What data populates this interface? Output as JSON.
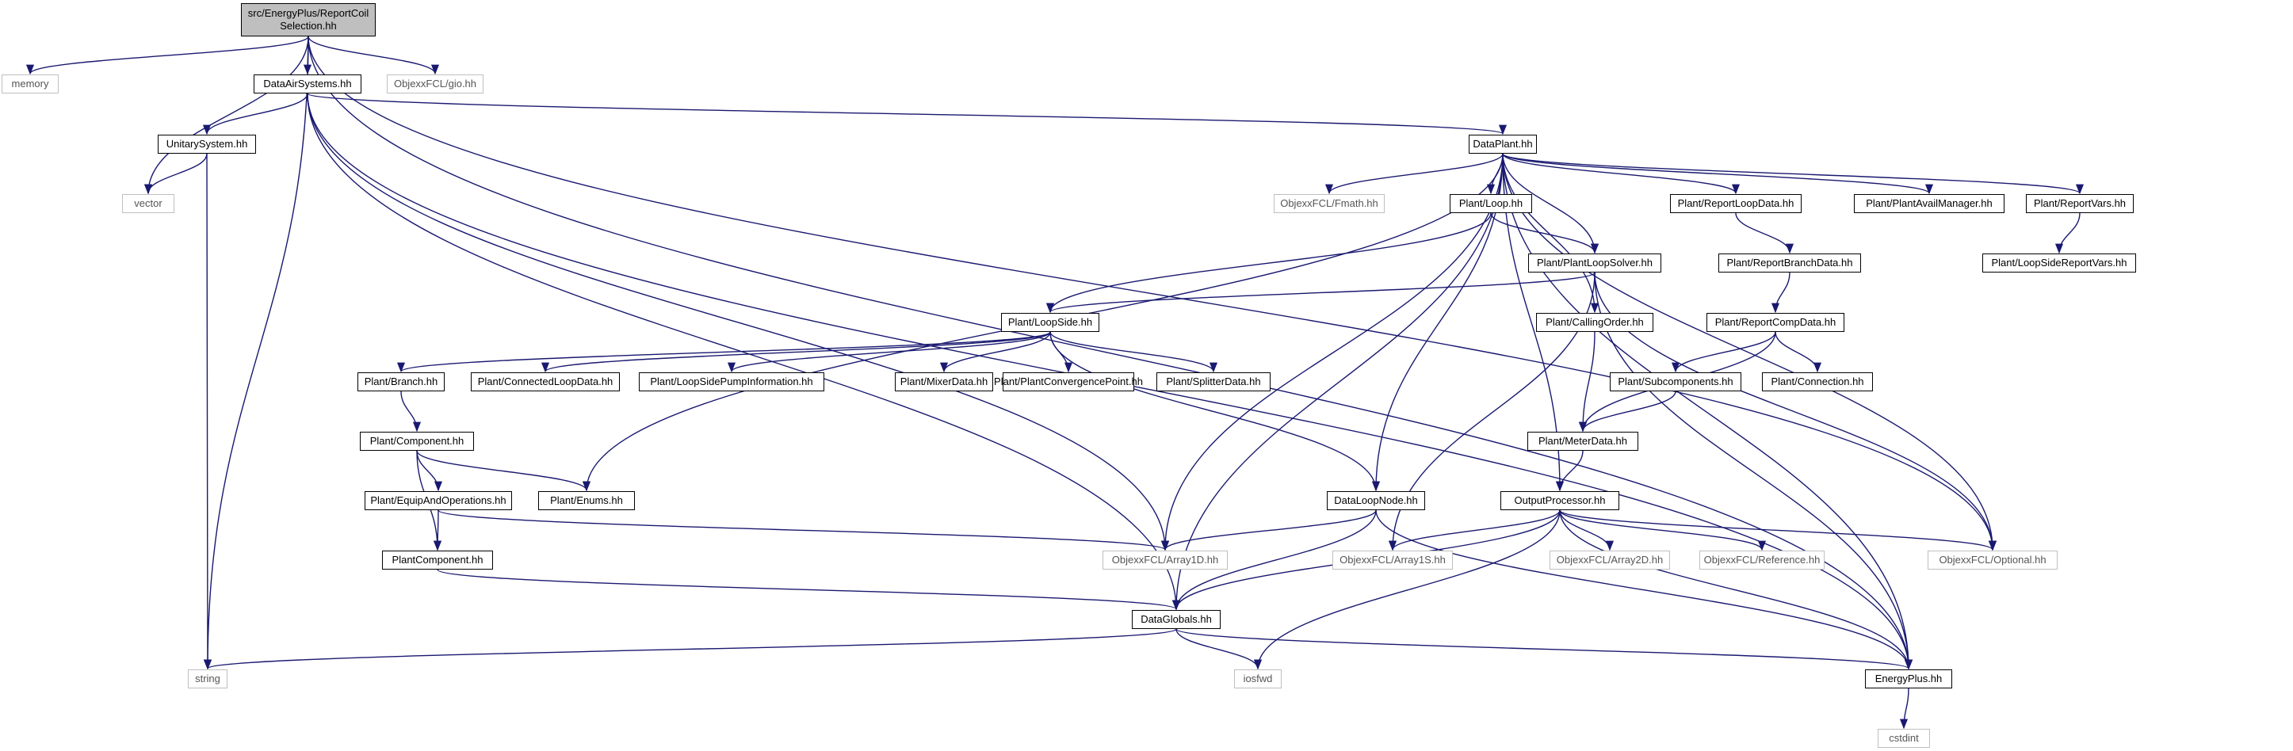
{
  "nodes": [
    {
      "id": "root",
      "label": "src/EnergyPlus/ReportCoil Selection.hh",
      "kind": "root"
    },
    {
      "id": "memory",
      "label": "memory",
      "kind": "sys"
    },
    {
      "id": "DataAirSystems",
      "label": "DataAirSystems.hh",
      "kind": "local"
    },
    {
      "id": "gio",
      "label": "ObjexxFCL/gio.hh",
      "kind": "sys"
    },
    {
      "id": "UnitarySystem",
      "label": "UnitarySystem.hh",
      "kind": "local"
    },
    {
      "id": "vector",
      "label": "vector",
      "kind": "sys"
    },
    {
      "id": "DataPlant",
      "label": "DataPlant.hh",
      "kind": "local"
    },
    {
      "id": "Fmath",
      "label": "ObjexxFCL/Fmath.hh",
      "kind": "sys"
    },
    {
      "id": "PlantLoop",
      "label": "Plant/Loop.hh",
      "kind": "local"
    },
    {
      "id": "ReportLoopData",
      "label": "Plant/ReportLoopData.hh",
      "kind": "local"
    },
    {
      "id": "PlantAvailManager",
      "label": "Plant/PlantAvailManager.hh",
      "kind": "local"
    },
    {
      "id": "ReportVars",
      "label": "Plant/ReportVars.hh",
      "kind": "local"
    },
    {
      "id": "LoopSideReportVars",
      "label": "Plant/LoopSideReportVars.hh",
      "kind": "local"
    },
    {
      "id": "PlantLoopSolver",
      "label": "Plant/PlantLoopSolver.hh",
      "kind": "local"
    },
    {
      "id": "ReportBranchData",
      "label": "Plant/ReportBranchData.hh",
      "kind": "local"
    },
    {
      "id": "LoopSide",
      "label": "Plant/LoopSide.hh",
      "kind": "local"
    },
    {
      "id": "CallingOrder",
      "label": "Plant/CallingOrder.hh",
      "kind": "local"
    },
    {
      "id": "ReportCompData",
      "label": "Plant/ReportCompData.hh",
      "kind": "local"
    },
    {
      "id": "Branch",
      "label": "Plant/Branch.hh",
      "kind": "local"
    },
    {
      "id": "ConnectedLoopData",
      "label": "Plant/ConnectedLoopData.hh",
      "kind": "local"
    },
    {
      "id": "LoopSidePumpInformation",
      "label": "Plant/LoopSidePumpInformation.hh",
      "kind": "local"
    },
    {
      "id": "MixerData",
      "label": "Plant/MixerData.hh",
      "kind": "local"
    },
    {
      "id": "PlantConvergencePoint",
      "label": "Plant/PlantConvergencePoint.hh",
      "kind": "local"
    },
    {
      "id": "SplitterData",
      "label": "Plant/SplitterData.hh",
      "kind": "local"
    },
    {
      "id": "Subcomponents",
      "label": "Plant/Subcomponents.hh",
      "kind": "local"
    },
    {
      "id": "Connection",
      "label": "Plant/Connection.hh",
      "kind": "local"
    },
    {
      "id": "Component",
      "label": "Plant/Component.hh",
      "kind": "local"
    },
    {
      "id": "MeterData",
      "label": "Plant/MeterData.hh",
      "kind": "local"
    },
    {
      "id": "EquipAndOperations",
      "label": "Plant/EquipAndOperations.hh",
      "kind": "local"
    },
    {
      "id": "Enums",
      "label": "Plant/Enums.hh",
      "kind": "local"
    },
    {
      "id": "DataLoopNode",
      "label": "DataLoopNode.hh",
      "kind": "local"
    },
    {
      "id": "OutputProcessor",
      "label": "OutputProcessor.hh",
      "kind": "local"
    },
    {
      "id": "PlantComponent",
      "label": "PlantComponent.hh",
      "kind": "local"
    },
    {
      "id": "Array1D",
      "label": "ObjexxFCL/Array1D.hh",
      "kind": "sys"
    },
    {
      "id": "Array1S",
      "label": "ObjexxFCL/Array1S.hh",
      "kind": "sys"
    },
    {
      "id": "Array2D",
      "label": "ObjexxFCL/Array2D.hh",
      "kind": "sys"
    },
    {
      "id": "Reference",
      "label": "ObjexxFCL/Reference.hh",
      "kind": "sys"
    },
    {
      "id": "Optional",
      "label": "ObjexxFCL/Optional.hh",
      "kind": "sys"
    },
    {
      "id": "DataGlobals",
      "label": "DataGlobals.hh",
      "kind": "local"
    },
    {
      "id": "string",
      "label": "string",
      "kind": "sys"
    },
    {
      "id": "iosfwd",
      "label": "iosfwd",
      "kind": "sys"
    },
    {
      "id": "EnergyPlus",
      "label": "EnergyPlus.hh",
      "kind": "local"
    },
    {
      "id": "cstdint",
      "label": "cstdint",
      "kind": "sys"
    }
  ],
  "edges": [
    [
      "root",
      "memory"
    ],
    [
      "root",
      "DataAirSystems"
    ],
    [
      "root",
      "gio"
    ],
    [
      "root",
      "vector"
    ],
    [
      "root",
      "string"
    ],
    [
      "root",
      "EnergyPlus"
    ],
    [
      "root",
      "Optional"
    ],
    [
      "DataAirSystems",
      "UnitarySystem"
    ],
    [
      "DataAirSystems",
      "DataPlant"
    ],
    [
      "DataAirSystems",
      "DataGlobals"
    ],
    [
      "DataAirSystems",
      "Array1D"
    ],
    [
      "DataAirSystems",
      "EnergyPlus"
    ],
    [
      "UnitarySystem",
      "vector"
    ],
    [
      "UnitarySystem",
      "string"
    ],
    [
      "DataPlant",
      "Fmath"
    ],
    [
      "DataPlant",
      "PlantLoop"
    ],
    [
      "DataPlant",
      "ReportLoopData"
    ],
    [
      "DataPlant",
      "PlantAvailManager"
    ],
    [
      "DataPlant",
      "ReportVars"
    ],
    [
      "DataPlant",
      "PlantLoopSolver"
    ],
    [
      "DataPlant",
      "CallingOrder"
    ],
    [
      "DataPlant",
      "DataLoopNode"
    ],
    [
      "DataPlant",
      "OutputProcessor"
    ],
    [
      "DataPlant",
      "Enums"
    ],
    [
      "DataPlant",
      "Array1D"
    ],
    [
      "DataPlant",
      "DataGlobals"
    ],
    [
      "DataPlant",
      "Optional"
    ],
    [
      "DataPlant",
      "EnergyPlus"
    ],
    [
      "ReportVars",
      "LoopSideReportVars"
    ],
    [
      "ReportLoopData",
      "ReportBranchData"
    ],
    [
      "ReportBranchData",
      "ReportCompData"
    ],
    [
      "PlantLoop",
      "PlantLoopSolver"
    ],
    [
      "PlantLoop",
      "LoopSide"
    ],
    [
      "PlantLoopSolver",
      "LoopSide"
    ],
    [
      "PlantLoopSolver",
      "Optional"
    ],
    [
      "PlantLoopSolver",
      "Array1S"
    ],
    [
      "PlantLoopSolver",
      "EnergyPlus"
    ],
    [
      "LoopSide",
      "Branch"
    ],
    [
      "LoopSide",
      "ConnectedLoopData"
    ],
    [
      "LoopSide",
      "LoopSidePumpInformation"
    ],
    [
      "LoopSide",
      "MixerData"
    ],
    [
      "LoopSide",
      "PlantConvergencePoint"
    ],
    [
      "LoopSide",
      "SplitterData"
    ],
    [
      "LoopSide",
      "DataLoopNode"
    ],
    [
      "CallingOrder",
      "MeterData"
    ],
    [
      "ReportCompData",
      "Subcomponents"
    ],
    [
      "ReportCompData",
      "Connection"
    ],
    [
      "ReportCompData",
      "MeterData"
    ],
    [
      "Subcomponents",
      "MeterData"
    ],
    [
      "MeterData",
      "OutputProcessor"
    ],
    [
      "Branch",
      "Component"
    ],
    [
      "Component",
      "EquipAndOperations"
    ],
    [
      "Component",
      "Enums"
    ],
    [
      "Component",
      "PlantComponent"
    ],
    [
      "EquipAndOperations",
      "PlantComponent"
    ],
    [
      "EquipAndOperations",
      "Array1D"
    ],
    [
      "PlantComponent",
      "DataGlobals"
    ],
    [
      "DataLoopNode",
      "Array1D"
    ],
    [
      "DataLoopNode",
      "DataGlobals"
    ],
    [
      "DataLoopNode",
      "EnergyPlus"
    ],
    [
      "OutputProcessor",
      "Array1S"
    ],
    [
      "OutputProcessor",
      "Array2D"
    ],
    [
      "OutputProcessor",
      "Reference"
    ],
    [
      "OutputProcessor",
      "Optional"
    ],
    [
      "OutputProcessor",
      "DataGlobals"
    ],
    [
      "OutputProcessor",
      "iosfwd"
    ],
    [
      "OutputProcessor",
      "EnergyPlus"
    ],
    [
      "DataGlobals",
      "string"
    ],
    [
      "DataGlobals",
      "iosfwd"
    ],
    [
      "DataGlobals",
      "EnergyPlus"
    ],
    [
      "EnergyPlus",
      "cstdint"
    ]
  ],
  "colors": {
    "edge": "#191970",
    "node_border": "#000000",
    "sys_border": "#bfbfbf",
    "root_fill": "#bfbfbf",
    "sys_text": "#555555"
  }
}
